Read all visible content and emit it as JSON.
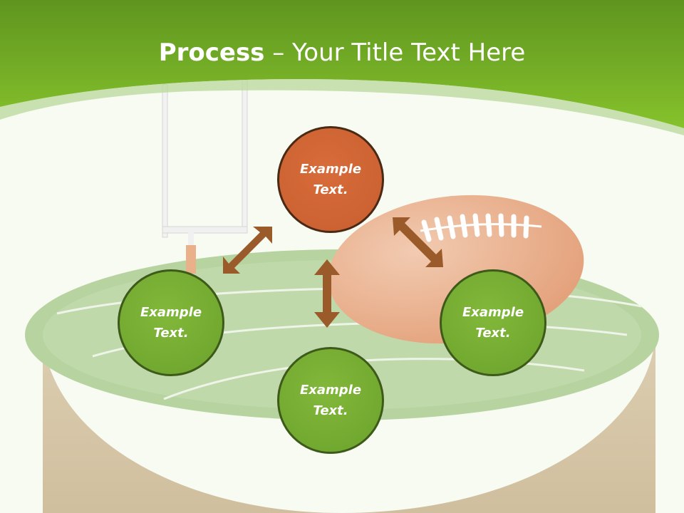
{
  "slide": {
    "title_bold": "Process",
    "title_rest": " – Your Title Text Here"
  },
  "colors": {
    "banner_green": "#7cbb2a",
    "node_green": "#76ad32",
    "node_orange": "#cf6533",
    "arrow_brown": "#9a5a2a"
  },
  "nodes": {
    "top": {
      "label": "Example\nText."
    },
    "left": {
      "label": "Example\nText."
    },
    "bottom": {
      "label": "Example\nText."
    },
    "right": {
      "label": "Example\nText."
    }
  }
}
